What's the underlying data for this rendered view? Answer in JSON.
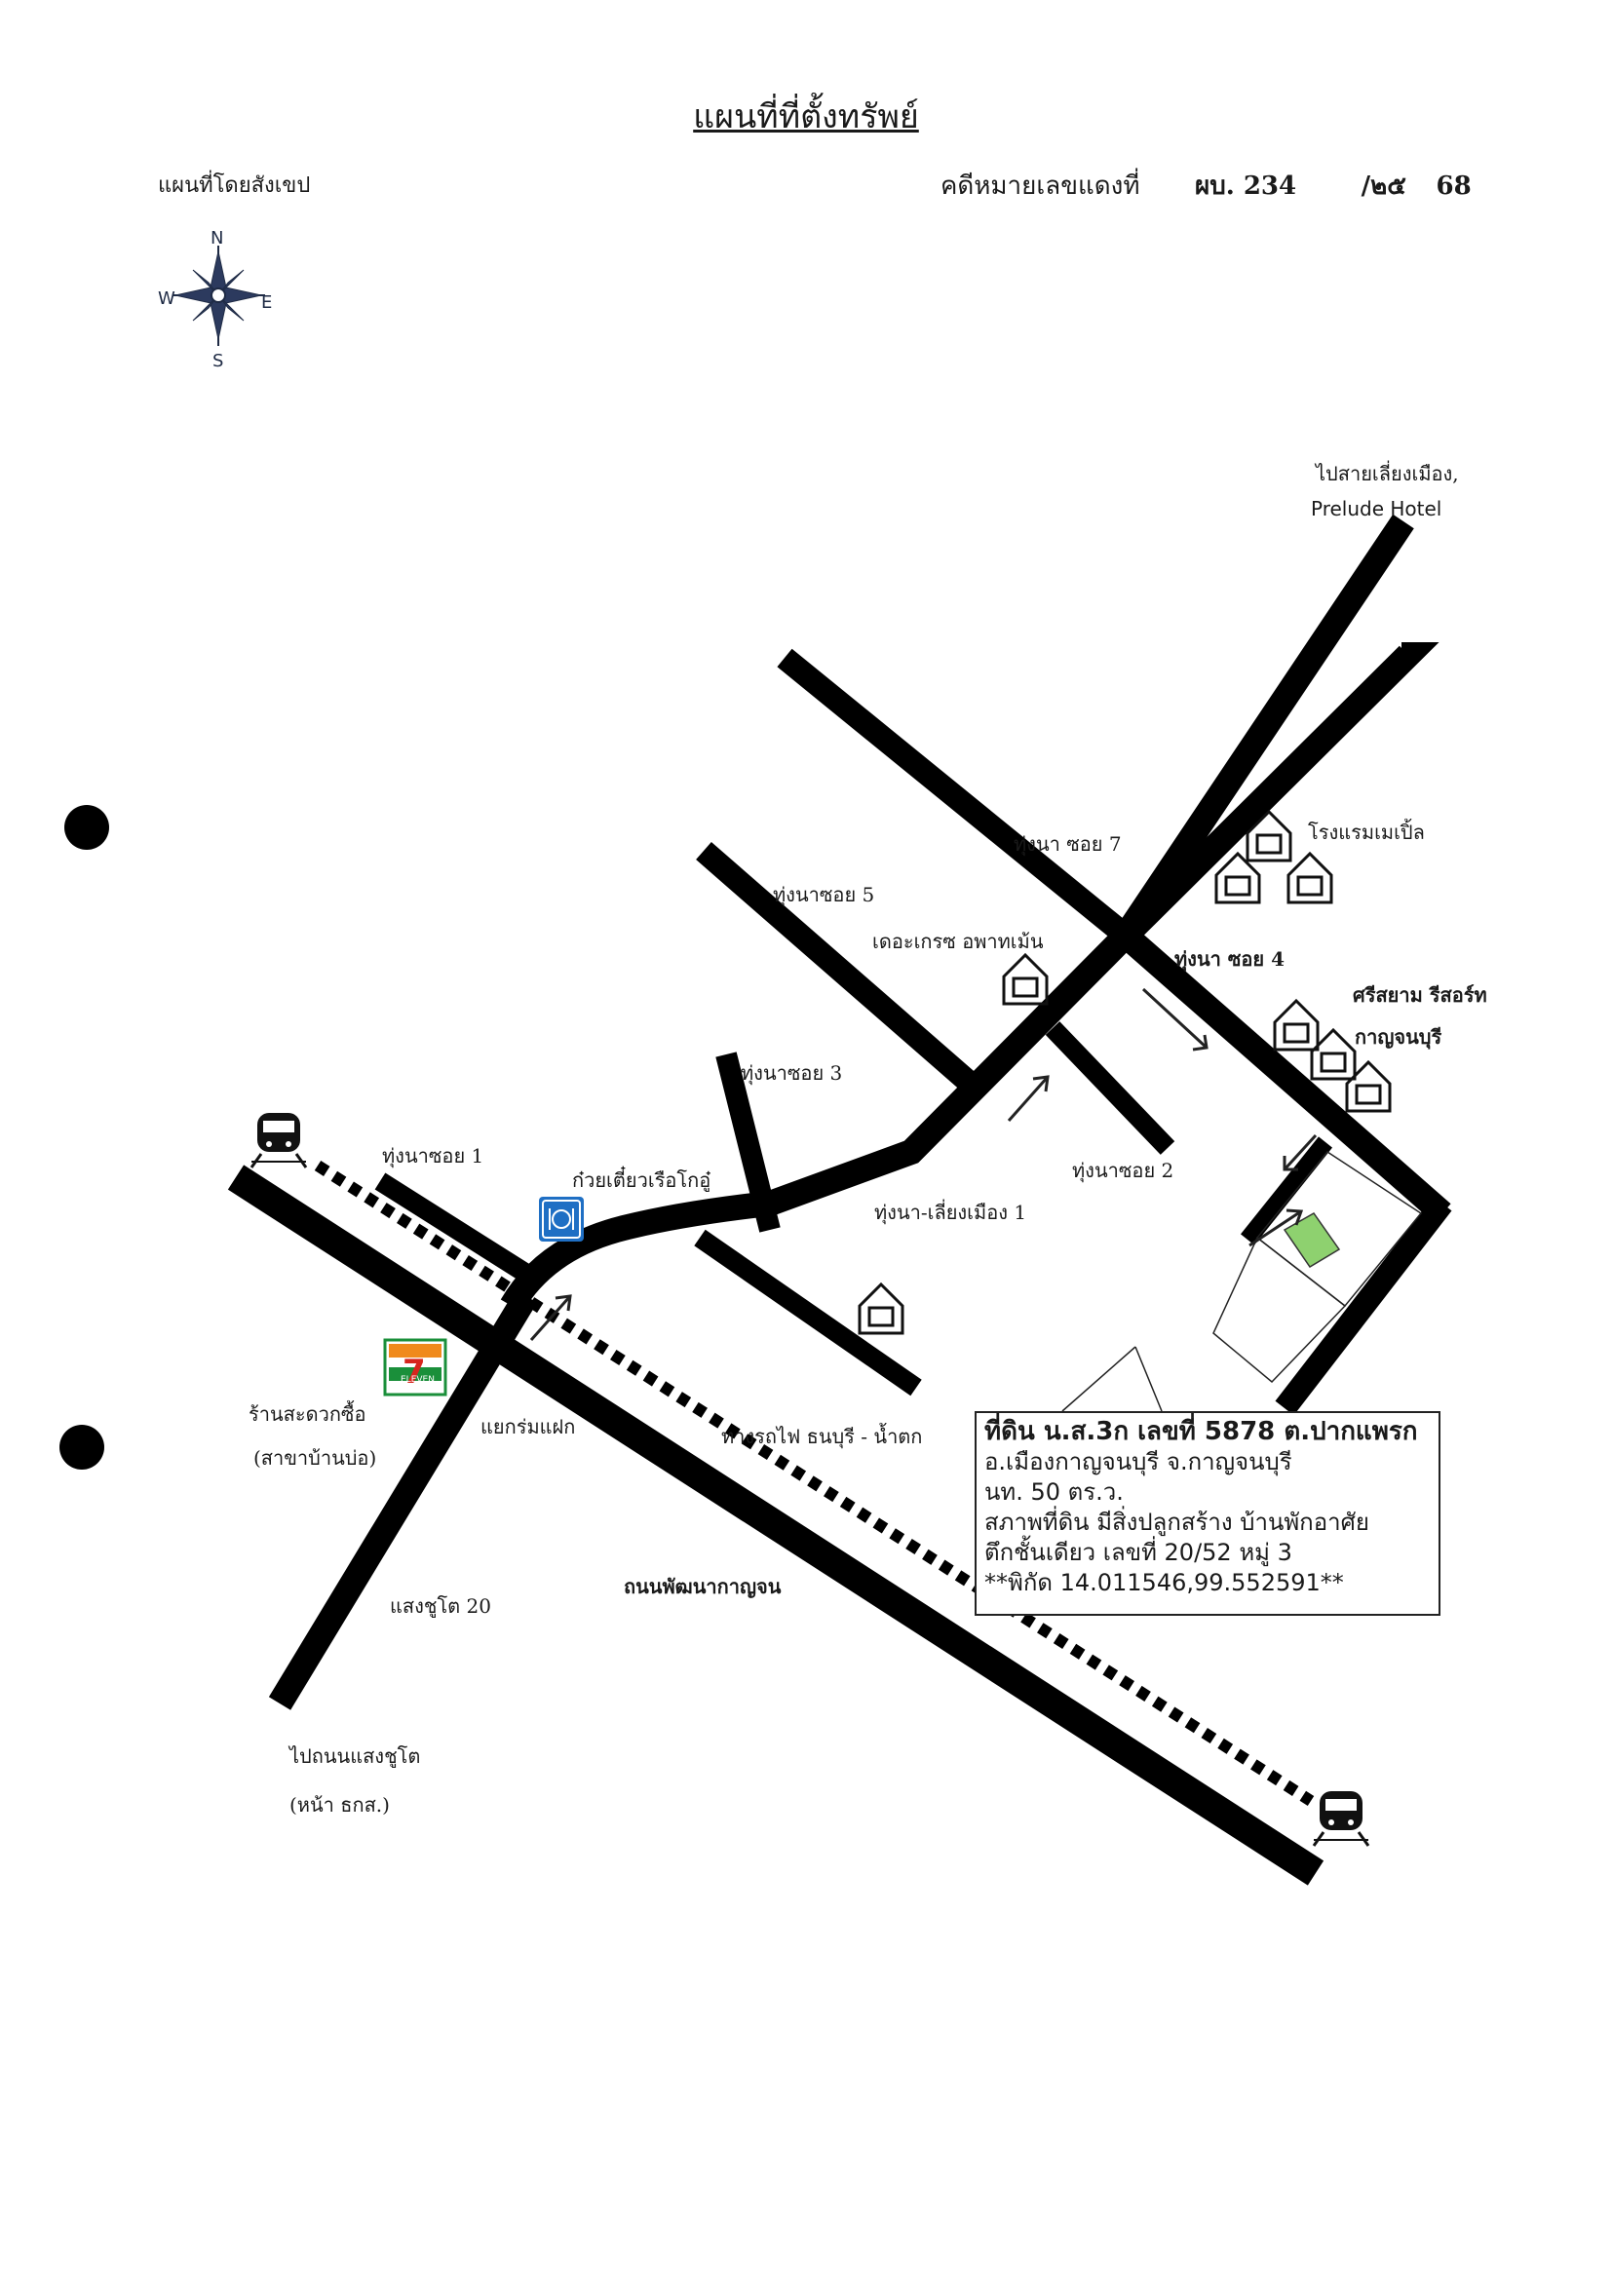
{
  "header": {
    "title": "แผนที่ที่ตั้งทรัพย์",
    "subtitle": "แผนที่โดยสังเขป",
    "case_label": "คดีหมายเลขแดงที่",
    "case_prefix": "ผบ. 234",
    "case_slash": "/๒๕",
    "case_year": "68"
  },
  "compass": {
    "n": "N",
    "s": "S",
    "e": "E",
    "w": "W"
  },
  "labels": {
    "to_bypass": "ไปสายเลี่ยงเมือง,",
    "prelude": "Prelude Hotel",
    "soi7": "ทุ่งนา ซอย 7",
    "maple": "โรงแรมเมเปิ้ล",
    "soi5": "ทุ่งนาซอย 5",
    "grace": "เดอะเกรซ อพาทเม้น",
    "soi4": "ทุ่งนา ซอย 4",
    "srisiam1": "ศรีสยาม รีสอร์ท",
    "srisiam2": "กาญจนบุรี",
    "soi3": "ทุ่งนาซอย 3",
    "soi1": "ทุ่งนาซอย 1",
    "soi2": "ทุ่งนาซอย 2",
    "noodle": "ก๋วยเตี๋ยวเรือโกอู๋",
    "bypass1": "ทุ่งนา-เลี่ยงเมือง 1",
    "railway": "ทางรถไฟ ธนบุรี - น้ำตก",
    "junction": "แยกร่มแฝก",
    "store1": "ร้านสะดวกซื้อ",
    "store2": "(สาขาบ้านบ่อ)",
    "road_main": "ถนนพัฒนากาญจน",
    "saengchuto20": "แสงชูโต 20",
    "to_saengchuto1": "ไปถนนแสงชูโต",
    "to_saengchuto2": "(หน้า ธกส.)",
    "seven_eleven": "ELEVEN"
  },
  "info": {
    "line1": "ที่ดิน น.ส.3ก เลขที่ 5878  ต.ปากแพรก",
    "line2": "อ.เมืองกาญจนบุรี  จ.กาญจนบุรี",
    "line3": "นท. 50 ตร.ว.",
    "line4": "สภาพที่ดิน  มีสิ่งปลูกสร้าง บ้านพักอาศัย",
    "line5": "ตึกชั้นเดียว  เลขที่ 20/52  หมู่ 3",
    "line6": "**พิกัด 14.011546,99.552591**"
  },
  "colors": {
    "road": "#000000",
    "plot_highlight": "#8ed16f",
    "restaurant_icon": "#1f6fc4",
    "seven_green": "#1a8f3a",
    "seven_red": "#d7261e",
    "seven_orange": "#f08a1c"
  }
}
